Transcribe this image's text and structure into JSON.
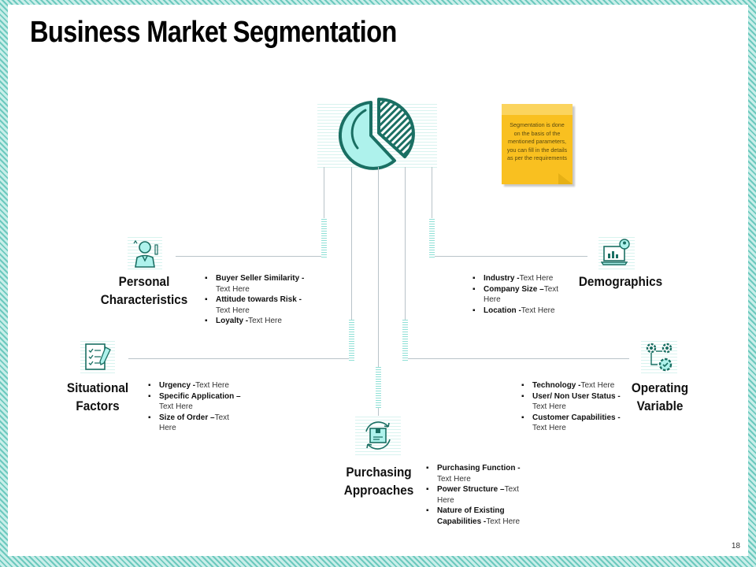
{
  "title": "Business Market Segmentation",
  "note_text": "Segmentation is done on the basis of the mentioned parameters, you can fill in the details as per the requirements",
  "page_number": "18",
  "colors": {
    "accent": "#1a6f63",
    "teal_fill": "#aef2ec",
    "note_yellow": "#f9c020",
    "border": "#6cc9be"
  },
  "nodes": {
    "personal": {
      "label": "Personal\nCharacteristics",
      "icon": "businessman-icon",
      "items": [
        {
          "bold": "Buyer Seller Similarity -",
          "text": "Text Here"
        },
        {
          "bold": "Attitude towards Risk -",
          "text": "Text Here"
        },
        {
          "bold": "Loyalty -",
          "text": "Text Here"
        }
      ]
    },
    "demographics": {
      "label": "Demographics",
      "icon": "laptop-chart-icon",
      "items": [
        {
          "bold": "Industry -",
          "text": "Text Here"
        },
        {
          "bold": "Company Size –",
          "text": "Text Here"
        },
        {
          "bold": "Location -",
          "text": "Text Here"
        }
      ]
    },
    "situational": {
      "label": "Situational\nFactors",
      "icon": "checklist-icon",
      "items": [
        {
          "bold": "Urgency -",
          "text": "Text Here"
        },
        {
          "bold": "Specific Application –",
          "text": "Text Here"
        },
        {
          "bold": "Size of Order –",
          "text": "Text Here"
        }
      ]
    },
    "operating": {
      "label": "Operating\nVariable",
      "icon": "gears-icon",
      "items": [
        {
          "bold": "Technology -",
          "text": "Text Here"
        },
        {
          "bold": "User/ Non User Status -",
          "text": "Text Here"
        },
        {
          "bold": "Customer Capabilities -",
          "text": "Text Here"
        }
      ]
    },
    "purchasing": {
      "label": "Purchasing\nApproaches",
      "icon": "package-cycle-icon",
      "items": [
        {
          "bold": "Purchasing Function -",
          "text": "Text Here"
        },
        {
          "bold": "Power Structure –",
          "text": "Text Here"
        },
        {
          "bold": "Nature of Existing Capabilities -",
          "text": "Text Here"
        }
      ]
    }
  }
}
